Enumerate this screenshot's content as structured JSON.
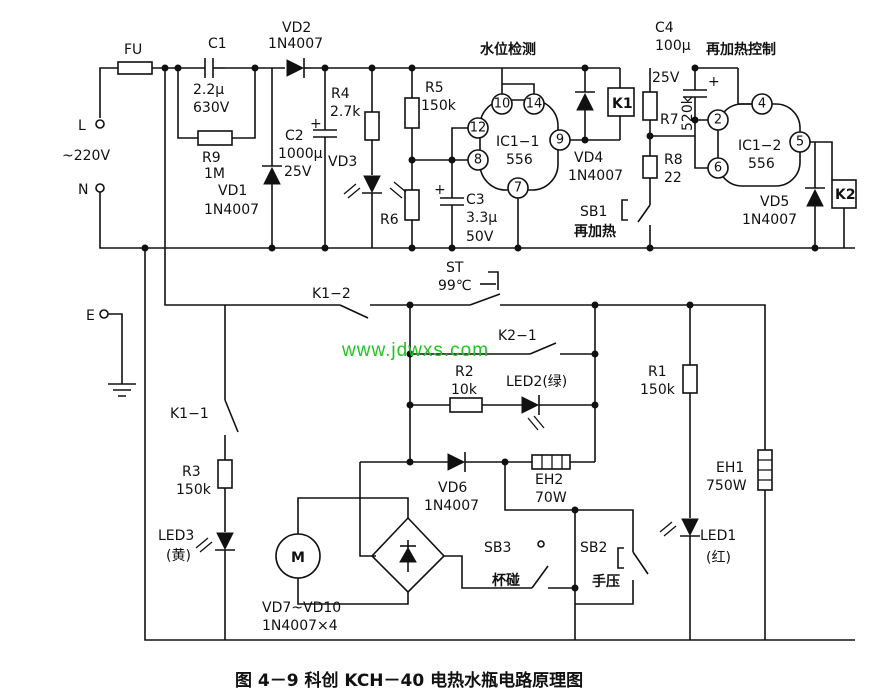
{
  "labels": {
    "fu": "FU",
    "c1": "C1",
    "c1_val1": "2.2µ",
    "c1_val2": "630V",
    "r9": "R9",
    "r9_val": "1M",
    "vd1": "VD1",
    "vd1_val": "1N4007",
    "vd2": "VD2",
    "vd2_val": "1N4007",
    "r4": "R4",
    "r4_val": "2.7k",
    "c2": "C2",
    "c2_val1": "1000µ",
    "c2_val2": "25V",
    "vd3": "VD3",
    "r5": "R5",
    "r5_val": "150k",
    "r6": "R6",
    "water_level": "水位检测",
    "ic1_1": "IC1−1",
    "ic1_1_val": "556",
    "c3": "C3",
    "c3_val1": "3.3µ",
    "c3_val2": "50V",
    "vd4": "VD4",
    "vd4_val": "1N4007",
    "k1": "K1",
    "c4": "C4",
    "c4_val1": "100µ",
    "c4_val2": "25V",
    "reheat_ctrl": "再加热控制",
    "r7": "R7",
    "r7_val": "520k",
    "r8": "R8",
    "r8_val": "22",
    "ic1_2": "IC1−2",
    "ic1_2_val": "556",
    "vd5": "VD5",
    "vd5_val": "1N4007",
    "k2": "K2",
    "sb1": "SB1",
    "reheat": "再加热",
    "l": "L",
    "mains": "~220V",
    "n": "N",
    "e": "E",
    "st": "ST",
    "st_val": "99℃",
    "k1_2": "K1−2",
    "k2_1": "K2−1",
    "r2": "R2",
    "r2_val": "10k",
    "led2": "LED2(绿)",
    "r1": "R1",
    "r1_val": "150k",
    "k1_1": "K1−1",
    "r3": "R3",
    "r3_val": "150k",
    "led3": "LED3",
    "led3_color": "(黄)",
    "vd6": "VD6",
    "vd6_val": "1N4007",
    "eh2": "EH2",
    "eh2_val": "70W",
    "eh1": "EH1",
    "eh1_val": "750W",
    "motor": "M",
    "sb3": "SB3",
    "cup": "杯碰",
    "sb2": "SB2",
    "hand": "手压",
    "led1": "LED1",
    "led1_color": "(红)",
    "vd7_10": "VD7~VD10",
    "vd7_10_val": "1N4007×4"
  },
  "pins": {
    "p10": "10",
    "p14": "14",
    "p12": "12",
    "p9": "9",
    "p8": "8",
    "p7": "7",
    "p4": "4",
    "p2": "2",
    "p6": "6",
    "p5": "5"
  },
  "watermark": "www.jdwxs.com",
  "caption": "图 4－9   科创 KCH－40 电热水瓶电路原理图",
  "colors": {
    "watermark": "#22c422",
    "line": "#111111"
  }
}
